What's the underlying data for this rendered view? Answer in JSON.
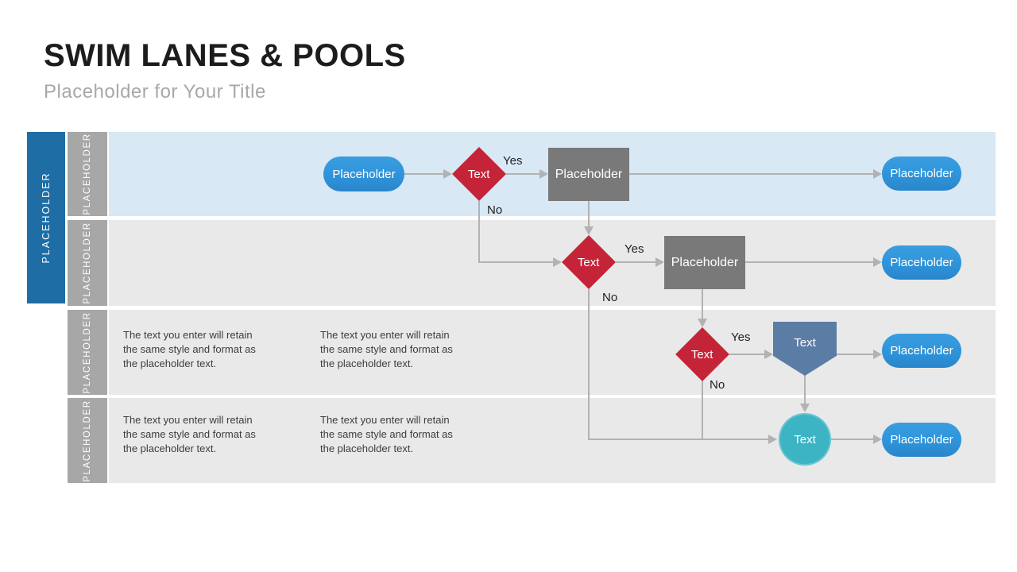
{
  "slide": {
    "title": "SWIM LANES & POOLS",
    "subtitle": "Placeholder for Your Title"
  },
  "diagram": {
    "pool_label": "PLACEHOLDER",
    "lane_labels": [
      "PLACEHOLDER",
      "PLACEHOLDER",
      "PLACEHOLDER",
      "PLACEHOLDER"
    ],
    "labels": {
      "yes": "Yes",
      "no": "No"
    },
    "nodes": {
      "start": "Placeholder",
      "decision1": "Text",
      "process1": "Placeholder",
      "end1": "Placeholder",
      "decision2": "Text",
      "process2": "Placeholder",
      "end2": "Placeholder",
      "decision3": "Text",
      "merge": "Text",
      "end3": "Placeholder",
      "connector": "Text",
      "end4": "Placeholder"
    },
    "body_text": "The text you enter will retain\nthe same style and format as\nthe placeholder text."
  },
  "colors": {
    "pool-blue": "#1e6da5",
    "lane-header-gray": "#a7a7a7",
    "lane1-bg": "#d8e8f4",
    "lane-bg": "#e9e9e9",
    "terminator-blue": "#2e94da",
    "decision-red": "#c52438",
    "process-gray": "#797979",
    "merge-steel": "#5b7da5",
    "connector-teal": "#3db4c4",
    "arrow-gray": "#b2b2b2"
  }
}
